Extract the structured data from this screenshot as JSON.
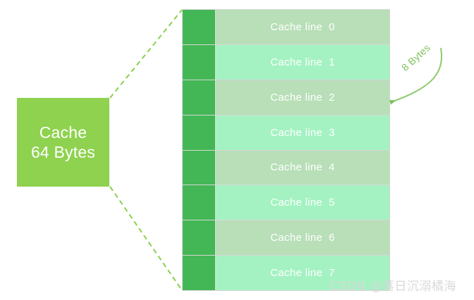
{
  "diagram": {
    "title": "Cache line layout diagram",
    "background_color": "#ffffff"
  },
  "cache_box": {
    "line1": "Cache",
    "line2": "64 Bytes",
    "fill_color": "#8ed24f",
    "text_color": "#ffffff"
  },
  "cacheline_stack": {
    "tag_column_color": "#43b755",
    "row_color_even": "#b8dfb8",
    "row_color_odd": "#a4f2c2",
    "label_color": "#ffffff",
    "rows": [
      {
        "label": "Cache line  0"
      },
      {
        "label": "Cache line  1"
      },
      {
        "label": "Cache line  2"
      },
      {
        "label": "Cache line  3"
      },
      {
        "label": "Cache line  4"
      },
      {
        "label": "Cache line  5"
      },
      {
        "label": "Cache line  6"
      },
      {
        "label": "Cache line  7"
      }
    ]
  },
  "annotation": {
    "byte_label": "8 Bytes",
    "arrow_color": "#7fc25c"
  },
  "connectors": {
    "line_color": "#8bd04f",
    "style": "dashed"
  },
  "watermark": {
    "text": "CSDN @落日沉溺橘海",
    "color": "#d9d9d9"
  }
}
